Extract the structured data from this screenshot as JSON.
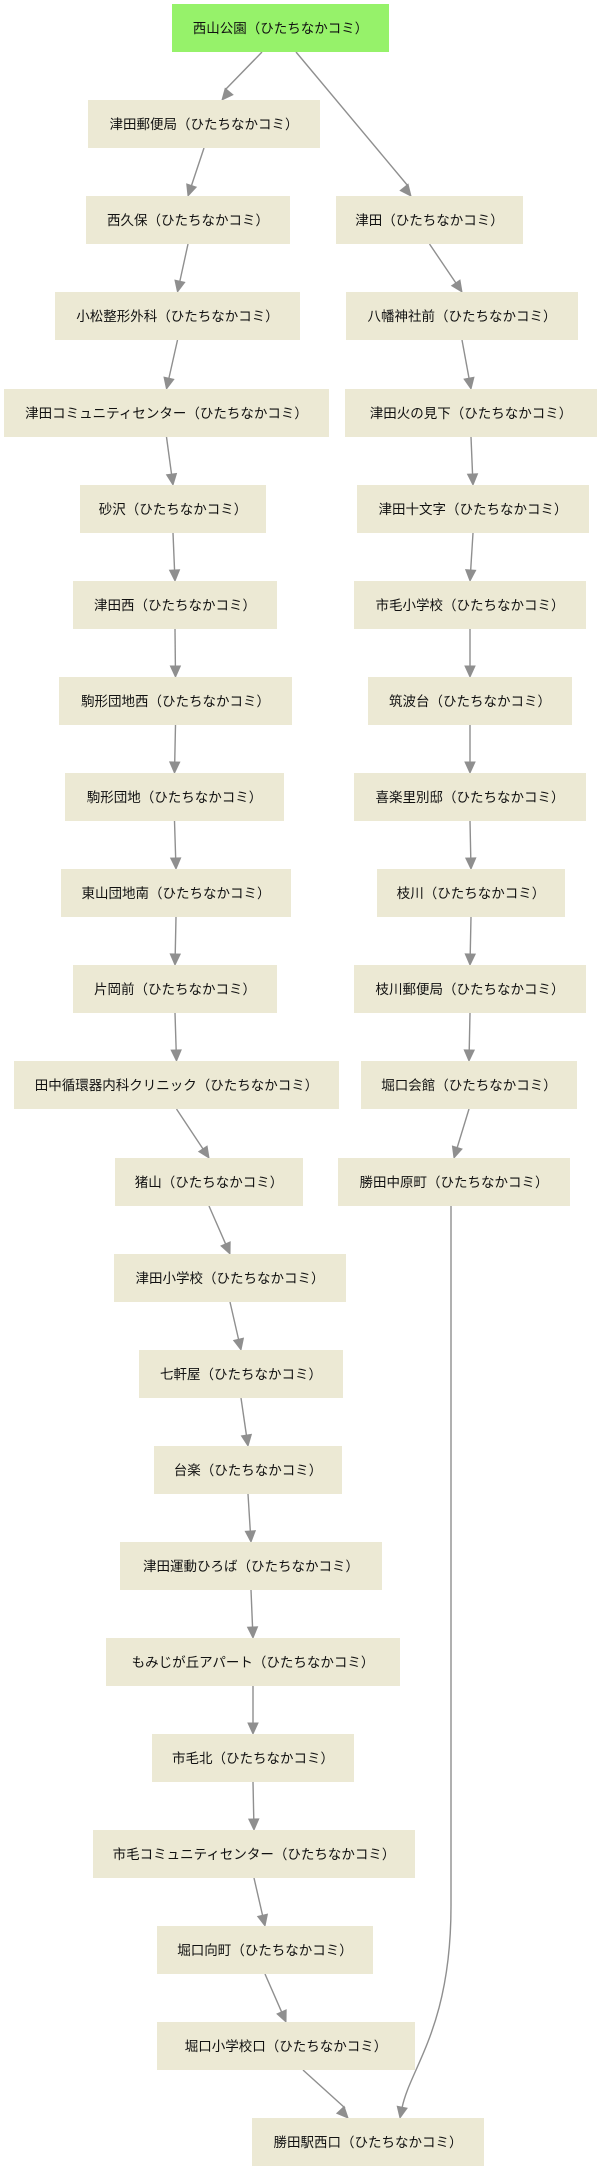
{
  "colors": {
    "node_fill": "#ece9d4",
    "start_fill": "#96f26a",
    "edge": "#8f8f8f",
    "text": "#111111"
  },
  "nodes": [
    {
      "id": "n0",
      "label": "西山公園（ひたちなかコミ）",
      "start": true
    },
    {
      "id": "n1",
      "label": "津田郵便局（ひたちなかコミ）"
    },
    {
      "id": "n2",
      "label": "西久保（ひたちなかコミ）"
    },
    {
      "id": "n3",
      "label": "小松整形外科（ひたちなかコミ）"
    },
    {
      "id": "n4",
      "label": "津田コミュニティセンター（ひたちなかコミ）"
    },
    {
      "id": "n5",
      "label": "砂沢（ひたちなかコミ）"
    },
    {
      "id": "n6",
      "label": "津田西（ひたちなかコミ）"
    },
    {
      "id": "n7",
      "label": "駒形団地西（ひたちなかコミ）"
    },
    {
      "id": "n8",
      "label": "駒形団地（ひたちなかコミ）"
    },
    {
      "id": "n9",
      "label": "東山団地南（ひたちなかコミ）"
    },
    {
      "id": "n10",
      "label": "片岡前（ひたちなかコミ）"
    },
    {
      "id": "n11",
      "label": "田中循環器内科クリニック（ひたちなかコミ）"
    },
    {
      "id": "n12",
      "label": "猪山（ひたちなかコミ）"
    },
    {
      "id": "n13",
      "label": "津田小学校（ひたちなかコミ）"
    },
    {
      "id": "n14",
      "label": "七軒屋（ひたちなかコミ）"
    },
    {
      "id": "n15",
      "label": "台楽（ひたちなかコミ）"
    },
    {
      "id": "n16",
      "label": "津田運動ひろば（ひたちなかコミ）"
    },
    {
      "id": "n17",
      "label": "もみじが丘アパート（ひたちなかコミ）"
    },
    {
      "id": "n18",
      "label": "市毛北（ひたちなかコミ）"
    },
    {
      "id": "n19",
      "label": "市毛コミュニティセンター（ひたちなかコミ）"
    },
    {
      "id": "n20",
      "label": "堀口向町（ひたちなかコミ）"
    },
    {
      "id": "n21",
      "label": "堀口小学校口（ひたちなかコミ）"
    },
    {
      "id": "n22",
      "label": "勝田駅西口（ひたちなかコミ）"
    },
    {
      "id": "r1",
      "label": "津田（ひたちなかコミ）"
    },
    {
      "id": "r2",
      "label": "八幡神社前（ひたちなかコミ）"
    },
    {
      "id": "r3",
      "label": "津田火の見下（ひたちなかコミ）"
    },
    {
      "id": "r4",
      "label": "津田十文字（ひたちなかコミ）"
    },
    {
      "id": "r5",
      "label": "市毛小学校（ひたちなかコミ）"
    },
    {
      "id": "r6",
      "label": "筑波台（ひたちなかコミ）"
    },
    {
      "id": "r7",
      "label": "喜楽里別邸（ひたちなかコミ）"
    },
    {
      "id": "r8",
      "label": "枝川（ひたちなかコミ）"
    },
    {
      "id": "r9",
      "label": "枝川郵便局（ひたちなかコミ）"
    },
    {
      "id": "r10",
      "label": "堀口会館（ひたちなかコミ）"
    },
    {
      "id": "r11",
      "label": "勝田中原町（ひたちなかコミ）"
    }
  ],
  "edges": [
    [
      "n0",
      "n1"
    ],
    [
      "n1",
      "n2"
    ],
    [
      "n2",
      "n3"
    ],
    [
      "n3",
      "n4"
    ],
    [
      "n4",
      "n5"
    ],
    [
      "n5",
      "n6"
    ],
    [
      "n6",
      "n7"
    ],
    [
      "n7",
      "n8"
    ],
    [
      "n8",
      "n9"
    ],
    [
      "n9",
      "n10"
    ],
    [
      "n10",
      "n11"
    ],
    [
      "n11",
      "n12"
    ],
    [
      "n12",
      "n13"
    ],
    [
      "n13",
      "n14"
    ],
    [
      "n14",
      "n15"
    ],
    [
      "n15",
      "n16"
    ],
    [
      "n16",
      "n17"
    ],
    [
      "n17",
      "n18"
    ],
    [
      "n18",
      "n19"
    ],
    [
      "n19",
      "n20"
    ],
    [
      "n20",
      "n21"
    ],
    [
      "n21",
      "n22"
    ],
    [
      "n0",
      "r1"
    ],
    [
      "r1",
      "r2"
    ],
    [
      "r2",
      "r3"
    ],
    [
      "r3",
      "r4"
    ],
    [
      "r4",
      "r5"
    ],
    [
      "r5",
      "r6"
    ],
    [
      "r6",
      "r7"
    ],
    [
      "r7",
      "r8"
    ],
    [
      "r8",
      "r9"
    ],
    [
      "r9",
      "r10"
    ],
    [
      "r10",
      "r11"
    ],
    [
      "r11",
      "n22"
    ]
  ]
}
